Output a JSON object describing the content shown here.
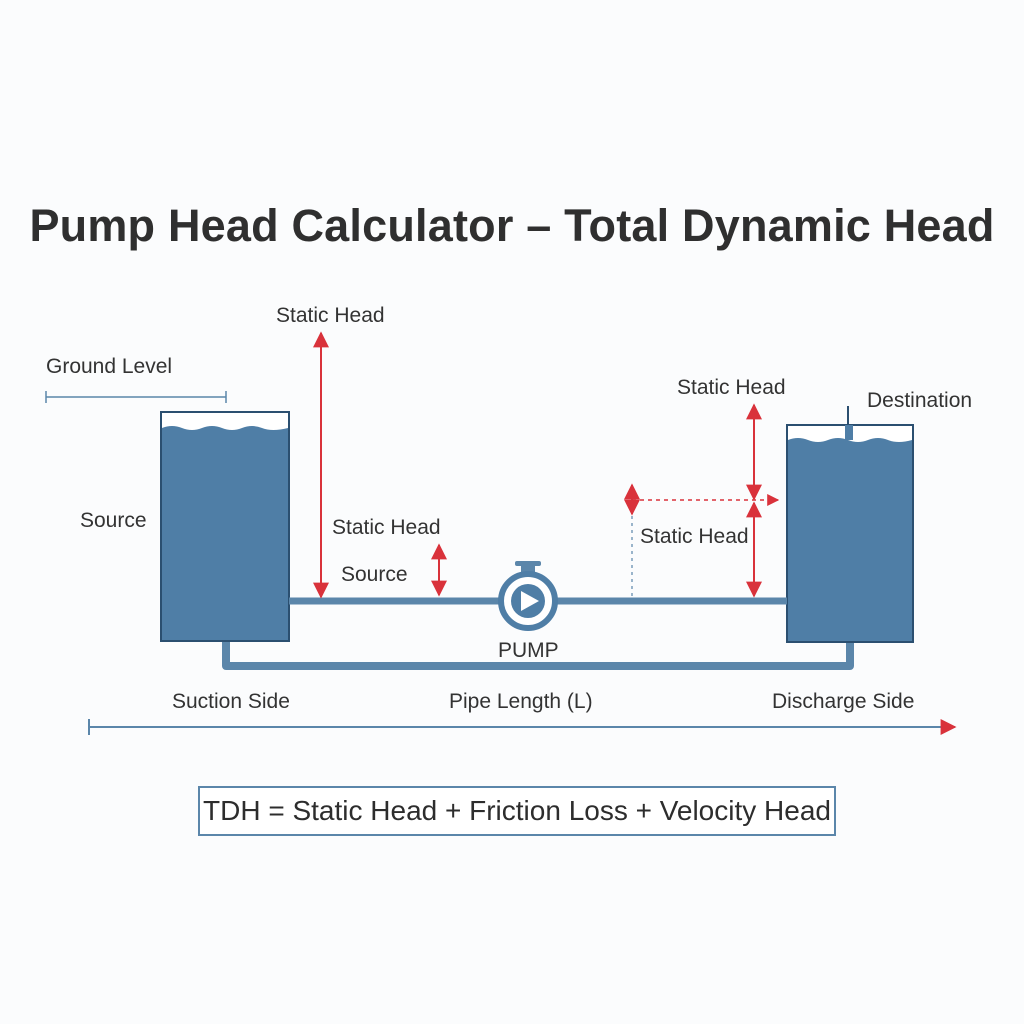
{
  "title": "Pump Head Calculator – Total Dynamic Head",
  "labels": {
    "ground_level": "Ground Level",
    "source_tank": "Source",
    "static_head_left": "Static Head",
    "static_head_mid": "Static Head",
    "source_mid": "Source",
    "static_head_right_top": "Static Head",
    "destination": "Destination",
    "static_head_right_mid": "Static Head",
    "pump": "PUMP",
    "suction_side": "Suction Side",
    "pipe_length": "Pipe Length (L)",
    "discharge_side": "Discharge Side"
  },
  "formula": "TDH = Static Head + Friction Loss + Velocity Head",
  "colors": {
    "water": "#4f7ea6",
    "pipe": "#5b86aa",
    "tank_outline": "#2b4f70",
    "arrow_red": "#d9323b",
    "text": "#333333"
  }
}
